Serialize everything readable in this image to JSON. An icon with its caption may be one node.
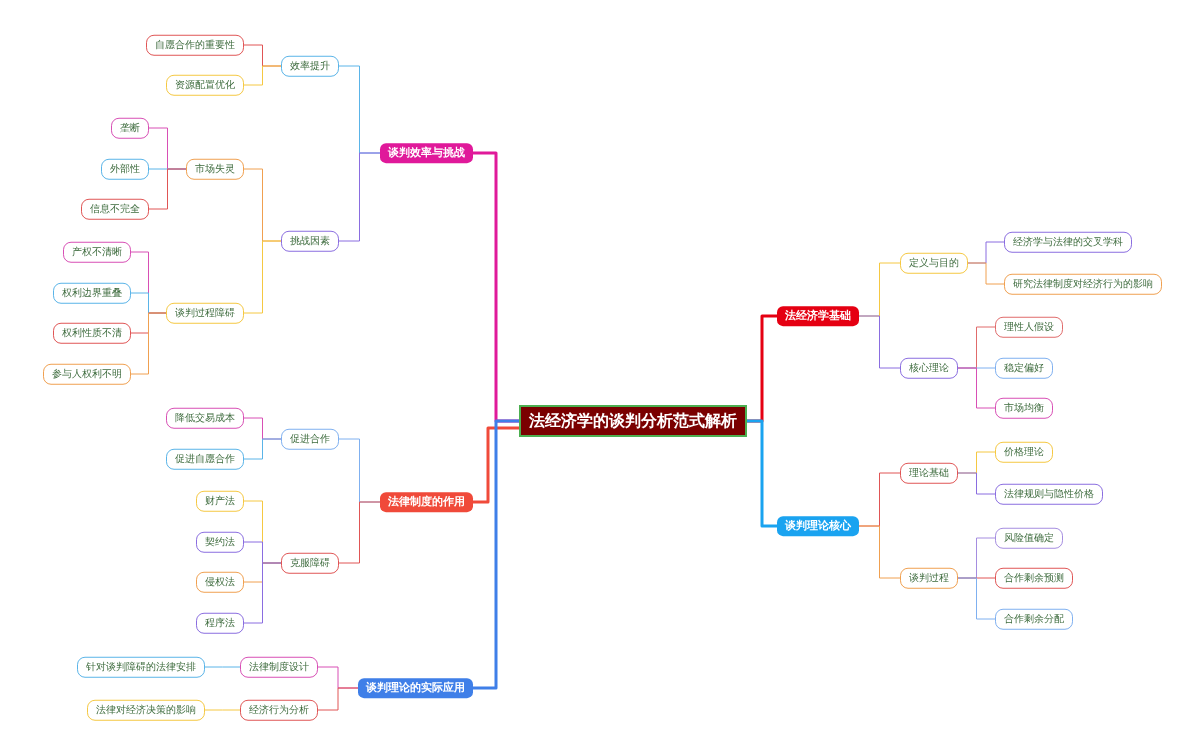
{
  "diagram": {
    "nodes": [
      {
        "text": [
          "法经济学的谈判分析范式解析"
        ]
      },
      {
        "text": [
          "谈判效率与挑战"
        ]
      },
      {
        "text": [
          "效率提升"
        ]
      },
      {
        "text": [
          "自愿合作的重要性"
        ]
      },
      {
        "text": [
          "资源配置优化"
        ]
      },
      {
        "text": [
          "挑战因素"
        ]
      },
      {
        "text": [
          "市场失灵"
        ]
      },
      {
        "text": [
          "垄断"
        ]
      },
      {
        "text": [
          "外部性"
        ]
      },
      {
        "text": [
          "信息不完全"
        ]
      },
      {
        "text": [
          "谈判过程障碍"
        ]
      },
      {
        "text": [
          "产权不清晰"
        ]
      },
      {
        "text": [
          "权利边界重叠"
        ]
      },
      {
        "text": [
          "权利性质不清"
        ]
      },
      {
        "text": [
          "参与人权利不明"
        ]
      },
      {
        "text": [
          "法律制度的作用"
        ]
      },
      {
        "text": [
          "促进合作"
        ]
      },
      {
        "text": [
          "降低交易成本"
        ]
      },
      {
        "text": [
          "促进自愿合作"
        ]
      },
      {
        "text": [
          "克服障碍"
        ]
      },
      {
        "text": [
          "财产法"
        ]
      },
      {
        "text": [
          "契约法"
        ]
      },
      {
        "text": [
          "侵权法"
        ]
      },
      {
        "text": [
          "程序法"
        ]
      },
      {
        "text": [
          "谈判理论的实际应用"
        ]
      },
      {
        "text": [
          "法律制度设计"
        ]
      },
      {
        "text": [
          "针对谈判障碍的法律安排"
        ]
      },
      {
        "text": [
          "经济行为分析"
        ]
      },
      {
        "text": [
          "法律对经济决策的影响"
        ]
      },
      {
        "text": [
          "法经济学基础"
        ]
      },
      {
        "text": [
          "定义与目的"
        ]
      },
      {
        "text": [
          "经济学与法律的交叉学科"
        ]
      },
      {
        "text": [
          "研究法律制度对经济行为的影响"
        ]
      },
      {
        "text": [
          "核心理论"
        ]
      },
      {
        "text": [
          "理性人假设"
        ]
      },
      {
        "text": [
          "稳定偏好"
        ]
      },
      {
        "text": [
          "市场均衡"
        ]
      },
      {
        "text": [
          "谈判理论核心"
        ]
      },
      {
        "text": [
          "理论基础"
        ]
      },
      {
        "text": [
          "价格理论"
        ]
      },
      {
        "text": [
          "法律规则与隐性价格"
        ]
      },
      {
        "text": [
          "谈判过程"
        ]
      },
      {
        "text": [
          "风险值确定"
        ]
      },
      {
        "text": [
          "合作剩余预测"
        ]
      },
      {
        "text": [
          "合作剩余分配"
        ]
      }
    ],
    "edges": [
      {
        "from": 0,
        "to": 1,
        "arrow": "none",
        "style": "thick",
        "color": "#e0199a"
      },
      {
        "from": 1,
        "to": 2,
        "arrow": "none",
        "color": "#5ab4e8"
      },
      {
        "from": 2,
        "to": 3,
        "arrow": "none",
        "color": "#e05555"
      },
      {
        "from": 2,
        "to": 4,
        "arrow": "none",
        "color": "#f5c842"
      },
      {
        "from": 1,
        "to": 5,
        "arrow": "none",
        "color": "#8a6de0"
      },
      {
        "from": 5,
        "to": 6,
        "arrow": "none",
        "color": "#f0a050"
      },
      {
        "from": 6,
        "to": 7,
        "arrow": "none",
        "color": "#d84fb5"
      },
      {
        "from": 6,
        "to": 8,
        "arrow": "none",
        "color": "#5ab4e8"
      },
      {
        "from": 6,
        "to": 9,
        "arrow": "none",
        "color": "#e05555"
      },
      {
        "from": 5,
        "to": 10,
        "arrow": "none",
        "color": "#f5c842"
      },
      {
        "from": 10,
        "to": 11,
        "arrow": "none",
        "color": "#d84fb5"
      },
      {
        "from": 10,
        "to": 12,
        "arrow": "none",
        "color": "#5ab4e8"
      },
      {
        "from": 10,
        "to": 13,
        "arrow": "none",
        "color": "#e05555"
      },
      {
        "from": 10,
        "to": 14,
        "arrow": "none",
        "color": "#f0a050"
      },
      {
        "from": 0,
        "to": 15,
        "arrow": "none",
        "style": "thick",
        "color": "#f04a3a"
      },
      {
        "from": 15,
        "to": 16,
        "arrow": "none",
        "color": "#7fb0f0"
      },
      {
        "from": 16,
        "to": 17,
        "arrow": "none",
        "color": "#d84fb5"
      },
      {
        "from": 16,
        "to": 18,
        "arrow": "none",
        "color": "#5ab4e8"
      },
      {
        "from": 15,
        "to": 19,
        "arrow": "none",
        "color": "#e05555"
      },
      {
        "from": 19,
        "to": 20,
        "arrow": "none",
        "color": "#f5c842"
      },
      {
        "from": 19,
        "to": 21,
        "arrow": "none",
        "color": "#8a6de0"
      },
      {
        "from": 19,
        "to": 22,
        "arrow": "none",
        "color": "#f0a050"
      },
      {
        "from": 19,
        "to": 23,
        "arrow": "none",
        "color": "#8a6de0"
      },
      {
        "from": 0,
        "to": 24,
        "arrow": "none",
        "style": "thick",
        "color": "#3f7fe8"
      },
      {
        "from": 24,
        "to": 25,
        "arrow": "none",
        "color": "#d84fb5"
      },
      {
        "from": 25,
        "to": 26,
        "arrow": "none",
        "color": "#5ab4e8"
      },
      {
        "from": 24,
        "to": 27,
        "arrow": "none",
        "color": "#e05555"
      },
      {
        "from": 27,
        "to": 28,
        "arrow": "none",
        "color": "#f5c842"
      },
      {
        "from": 0,
        "to": 29,
        "arrow": "none",
        "style": "thick",
        "color": "#e50012"
      },
      {
        "from": 29,
        "to": 30,
        "arrow": "none",
        "color": "#f5c842"
      },
      {
        "from": 30,
        "to": 31,
        "arrow": "none",
        "color": "#8a6de0"
      },
      {
        "from": 30,
        "to": 32,
        "arrow": "none",
        "color": "#f0a050"
      },
      {
        "from": 29,
        "to": 33,
        "arrow": "none",
        "color": "#8a6de0"
      },
      {
        "from": 33,
        "to": 34,
        "arrow": "none",
        "color": "#e06b6b"
      },
      {
        "from": 33,
        "to": 35,
        "arrow": "none",
        "color": "#7fb0f0"
      },
      {
        "from": 33,
        "to": 36,
        "arrow": "none",
        "color": "#d84fb5"
      },
      {
        "from": 0,
        "to": 37,
        "arrow": "none",
        "style": "thick",
        "color": "#1aa3f0"
      },
      {
        "from": 37,
        "to": 38,
        "arrow": "none",
        "color": "#e05555"
      },
      {
        "from": 38,
        "to": 39,
        "arrow": "none",
        "color": "#f5c842"
      },
      {
        "from": 38,
        "to": 40,
        "arrow": "none",
        "color": "#8a6de0"
      },
      {
        "from": 37,
        "to": 41,
        "arrow": "none",
        "color": "#f0a050"
      },
      {
        "from": 41,
        "to": 42,
        "arrow": "none",
        "color": "#a58de0"
      },
      {
        "from": 41,
        "to": 43,
        "arrow": "none",
        "color": "#e05555"
      },
      {
        "from": 41,
        "to": 44,
        "arrow": "none",
        "color": "#7fb0f0"
      }
    ]
  }
}
